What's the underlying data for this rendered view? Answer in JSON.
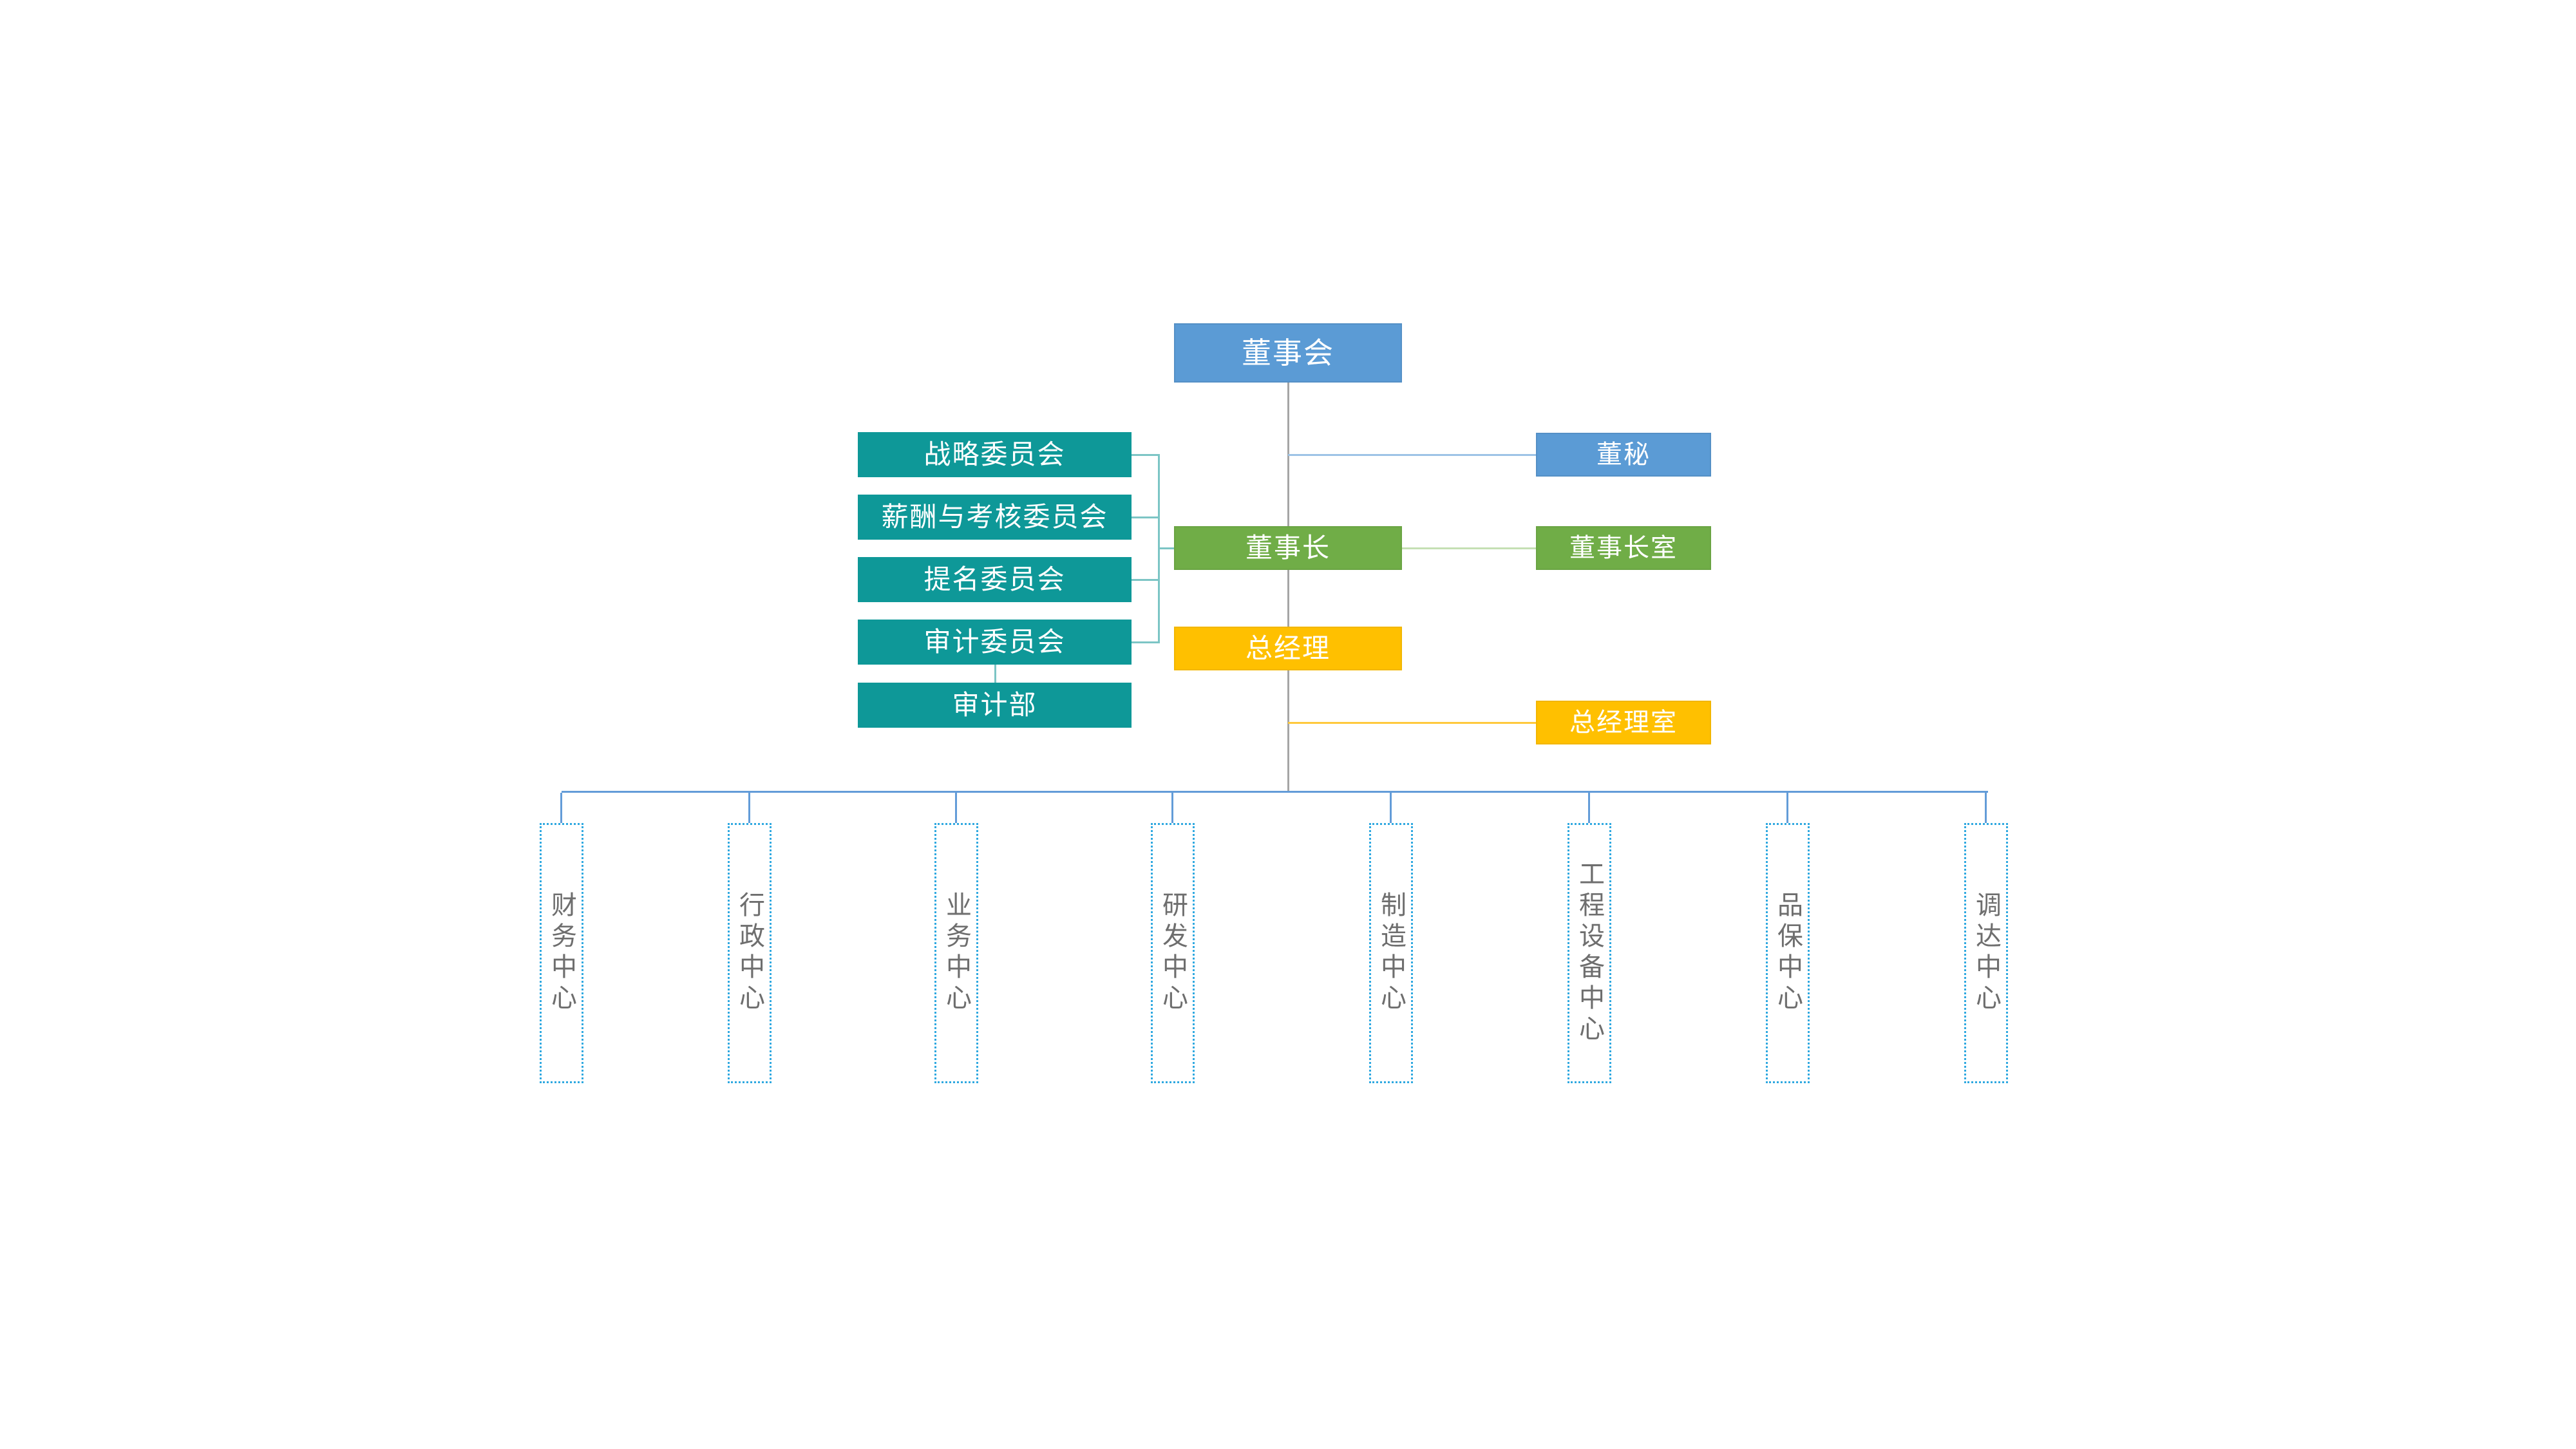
{
  "colors": {
    "blue": "#5B9BD5",
    "green": "#70AD47",
    "yellow": "#FFC000",
    "teal": "#0E9898",
    "line_gray": "#A6A6A6",
    "line_blue_light": "#9DC3E6",
    "line_green_light": "#C5E0B4",
    "line_yellow": "#FFC93C",
    "line_teal": "#7CC5C5",
    "rail_blue": "#639CD8",
    "dotted_border": "#2EA8E0",
    "center_text": "#6E6E6E",
    "node_text": "#FFFFFF"
  },
  "org": {
    "board": {
      "label": "董事会"
    },
    "board_secretary": {
      "label": "董秘"
    },
    "chairman": {
      "label": "董事长"
    },
    "chairman_office": {
      "label": "董事长室"
    },
    "general_manager": {
      "label": "总经理"
    },
    "general_manager_office": {
      "label": "总经理室"
    },
    "committees": [
      {
        "label": "战略委员会"
      },
      {
        "label": "薪酬与考核委员会"
      },
      {
        "label": "提名委员会"
      },
      {
        "label": "审计委员会"
      }
    ],
    "audit_department": {
      "label": "审计部"
    },
    "centers": [
      {
        "label": "财务中心"
      },
      {
        "label": "行政中心"
      },
      {
        "label": "业务中心"
      },
      {
        "label": "研发中心"
      },
      {
        "label": "制造中心"
      },
      {
        "label": "工程设备中心"
      },
      {
        "label": "品保中心"
      },
      {
        "label": "调达中心"
      }
    ]
  }
}
